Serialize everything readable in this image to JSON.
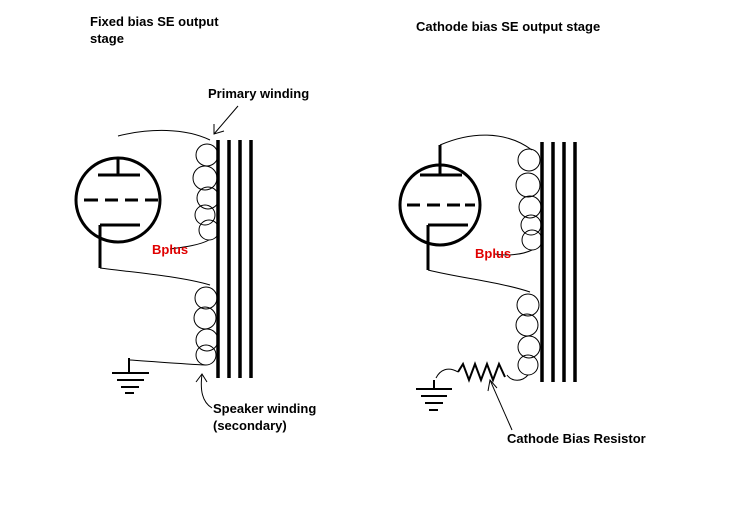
{
  "left": {
    "title_line1": "Fixed bias SE output",
    "title_line2": "stage",
    "primary_label": "Primary winding",
    "bplus_label": "Bplus",
    "speaker_line1": "Speaker winding",
    "speaker_line2": "(secondary)"
  },
  "right": {
    "title": "Cathode bias SE output stage",
    "bplus_label": "Bplus",
    "resistor_label": "Cathode Bias Resistor"
  },
  "colors": {
    "label_red": "#e00000",
    "line": "#000000"
  }
}
